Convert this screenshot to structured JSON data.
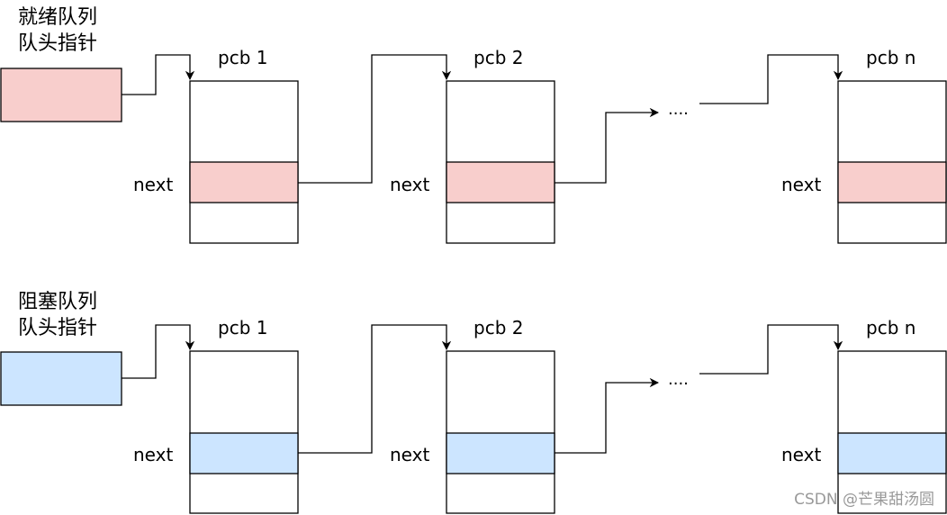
{
  "colors": {
    "ready_fill": "#f8cecc",
    "blocked_fill": "#cce5ff",
    "stroke": "#000000",
    "box_fill": "#ffffff",
    "watermark": "#999999"
  },
  "rows": [
    {
      "id": "ready",
      "head_label_lines": [
        "就绪队列",
        "队头指针"
      ],
      "pcbs": [
        {
          "title": "pcb 1",
          "next_label": "next"
        },
        {
          "title": "pcb 2",
          "next_label": "next"
        },
        {
          "title": "pcb n",
          "next_label": "next"
        }
      ],
      "ellipsis": "...."
    },
    {
      "id": "blocked",
      "head_label_lines": [
        "阻塞队列",
        "队头指针"
      ],
      "pcbs": [
        {
          "title": "pcb 1",
          "next_label": "next"
        },
        {
          "title": "pcb 2",
          "next_label": "next"
        },
        {
          "title": "pcb n",
          "next_label": "next"
        }
      ],
      "ellipsis": "...."
    }
  ],
  "watermark": "CSDN @芒果甜汤圆"
}
